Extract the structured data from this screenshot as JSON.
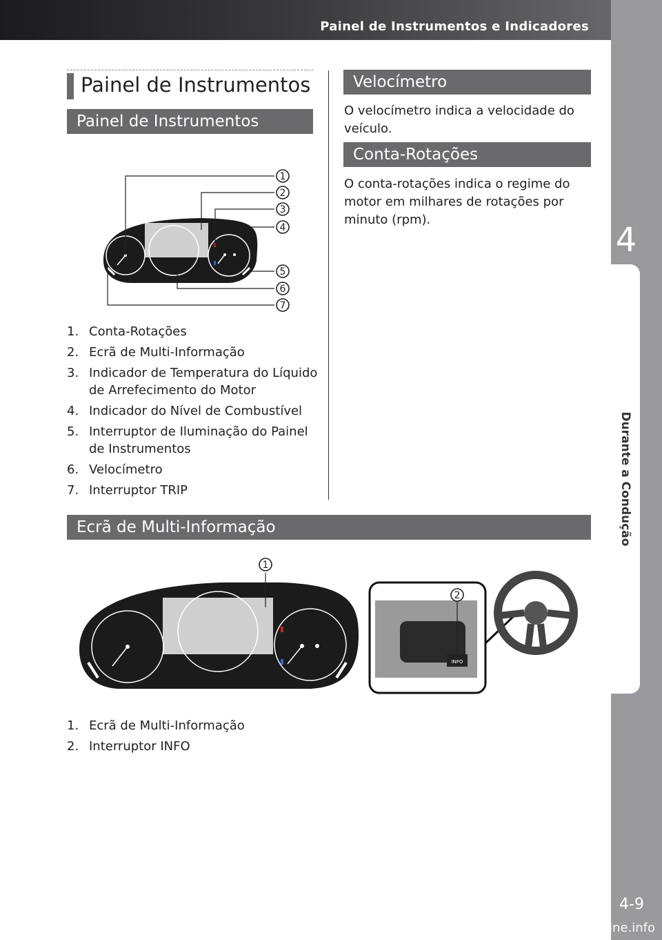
{
  "header": {
    "title": "Painel de Instrumentos e Indicadores"
  },
  "sidebar": {
    "chapter_number": "4",
    "chapter_label": "Durante a Condução",
    "page_number": "4-9"
  },
  "footer": {
    "watermark": "carmanualsonline.info"
  },
  "main_title": "Painel de Instrumentos",
  "sections": {
    "painel": {
      "title": "Painel de Instrumentos",
      "callouts": [
        "1",
        "2",
        "3",
        "4",
        "5",
        "6",
        "7"
      ],
      "items": [
        {
          "num": "1.",
          "text": "Conta-Rotações"
        },
        {
          "num": "2.",
          "text": "Ecrã de Multi-Informação"
        },
        {
          "num": "3.",
          "text": "Indicador de Temperatura do Líquido de Arrefecimento do Motor"
        },
        {
          "num": "4.",
          "text": "Indicador do Nível de Combustível"
        },
        {
          "num": "5.",
          "text": "Interruptor de Iluminação do Painel de Instrumentos"
        },
        {
          "num": "6.",
          "text": "Velocímetro"
        },
        {
          "num": "7.",
          "text": "Interruptor TRIP"
        }
      ]
    },
    "velocimetro": {
      "title": "Velocímetro",
      "text": "O velocímetro indica a velocidade do veículo."
    },
    "conta_rotacoes": {
      "title": "Conta-Rotações",
      "text": "O conta-rotações indica o regime do motor em milhares de rotações por minuto (rpm)."
    },
    "ecra": {
      "title": "Ecrã de Multi-Informação",
      "callouts": [
        "1",
        "2"
      ],
      "button_label": "INFO",
      "items": [
        {
          "num": "1.",
          "text": "Ecrã de Multi-Informação"
        },
        {
          "num": "2.",
          "text": "Interruptor INFO"
        }
      ]
    }
  }
}
